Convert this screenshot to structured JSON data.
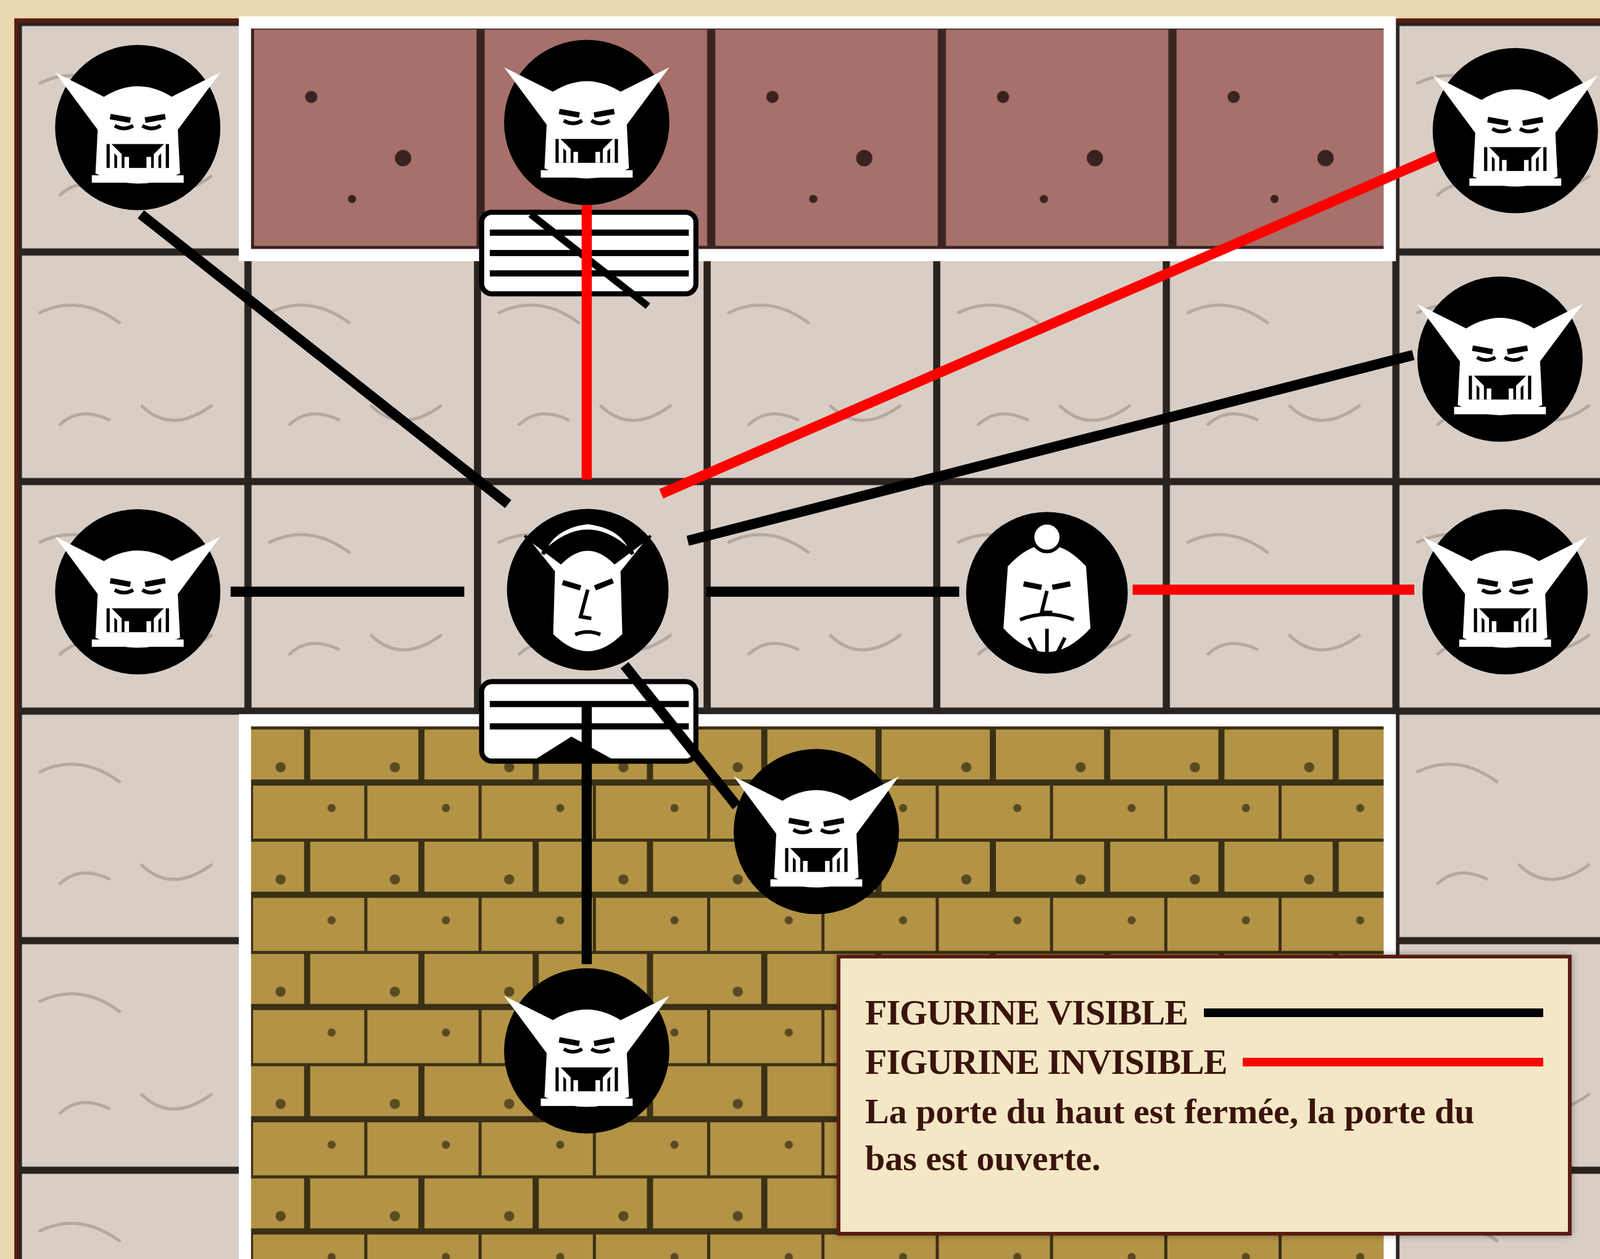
{
  "diagram": {
    "labels": [
      "La porte du haut est fermée, la porte du bas est ouverte."
    ],
    "legend": [
      {
        "text": "FIGURINE VISIBLE"
      },
      {
        "text": "FIGURINE INVISIBLE"
      }
    ]
  }
}
